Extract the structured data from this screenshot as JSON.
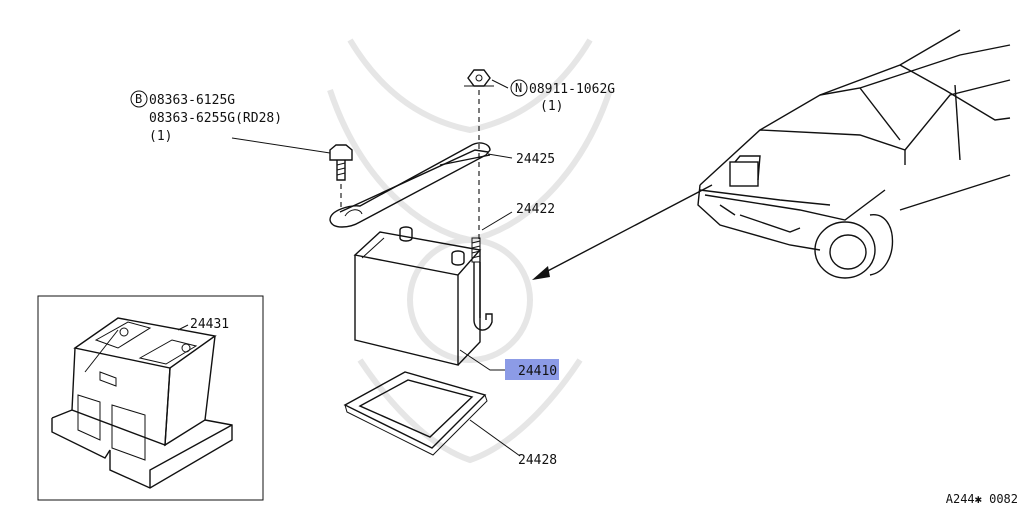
{
  "diagram": {
    "code": "A244✱ 0082",
    "parts": {
      "bolt": {
        "badge": "B",
        "line1": "08363-6125G",
        "line2": "08363-6255G(RD28)",
        "qty": "(1)"
      },
      "nut": {
        "badge": "N",
        "line1": "08911-1062G",
        "qty": "(1)"
      },
      "clamp": "24425",
      "rod": "24422",
      "cover": "24431",
      "battery": "24410",
      "tray": "24428"
    },
    "highlight_color": "#8c9be6"
  }
}
